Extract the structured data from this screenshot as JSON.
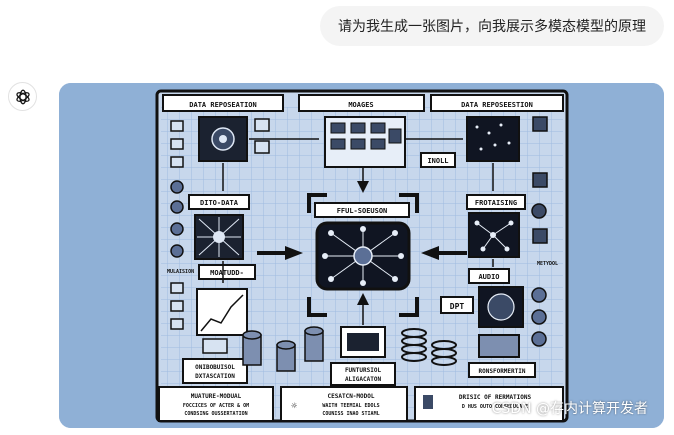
{
  "user_message": {
    "text": "请为我生成一张图片，向我展示多模态模型的原理"
  },
  "assistant": {
    "avatar_icon": "chatgpt-logo-icon"
  },
  "image": {
    "headers": [
      "DATA REPOSEATION",
      "MOAGES",
      "DATA REPOSEESTION"
    ],
    "center_label": "FFUL-SOEUSON",
    "labels": {
      "ditodata": "DITO-DATA",
      "mulaision": "MULAISION",
      "moatudd": "MOATUDD-",
      "inoll": "INOLL",
      "frotaising": "FROTAISING",
      "metydol": "METYDOL",
      "audio": "AUDIO",
      "dpt": "DPT",
      "onibobuisol": "ONIBOBUISOL",
      "dxtascation": "DXTASCATION",
      "funtursiol": "FUNTURSIOL",
      "aligacaton": "ALIGACATON",
      "ronsformertin": "RONSFORMERTIN"
    },
    "bottom": {
      "left": [
        "MUATURE-MODUAL",
        "FOCCICES OF ACTER & OM",
        "CONDSING OUSSERTATION"
      ],
      "middle": [
        "CESATCN-MODOL",
        "WAITH TEEMIAL EDOLS",
        "COUNISS INAO STIAML"
      ],
      "right": [
        "DRISIC OF RERMATIONS",
        "D HUS OUTO CONSEDUCATE"
      ]
    },
    "watermark": "CSDN @存内计算开发者"
  }
}
